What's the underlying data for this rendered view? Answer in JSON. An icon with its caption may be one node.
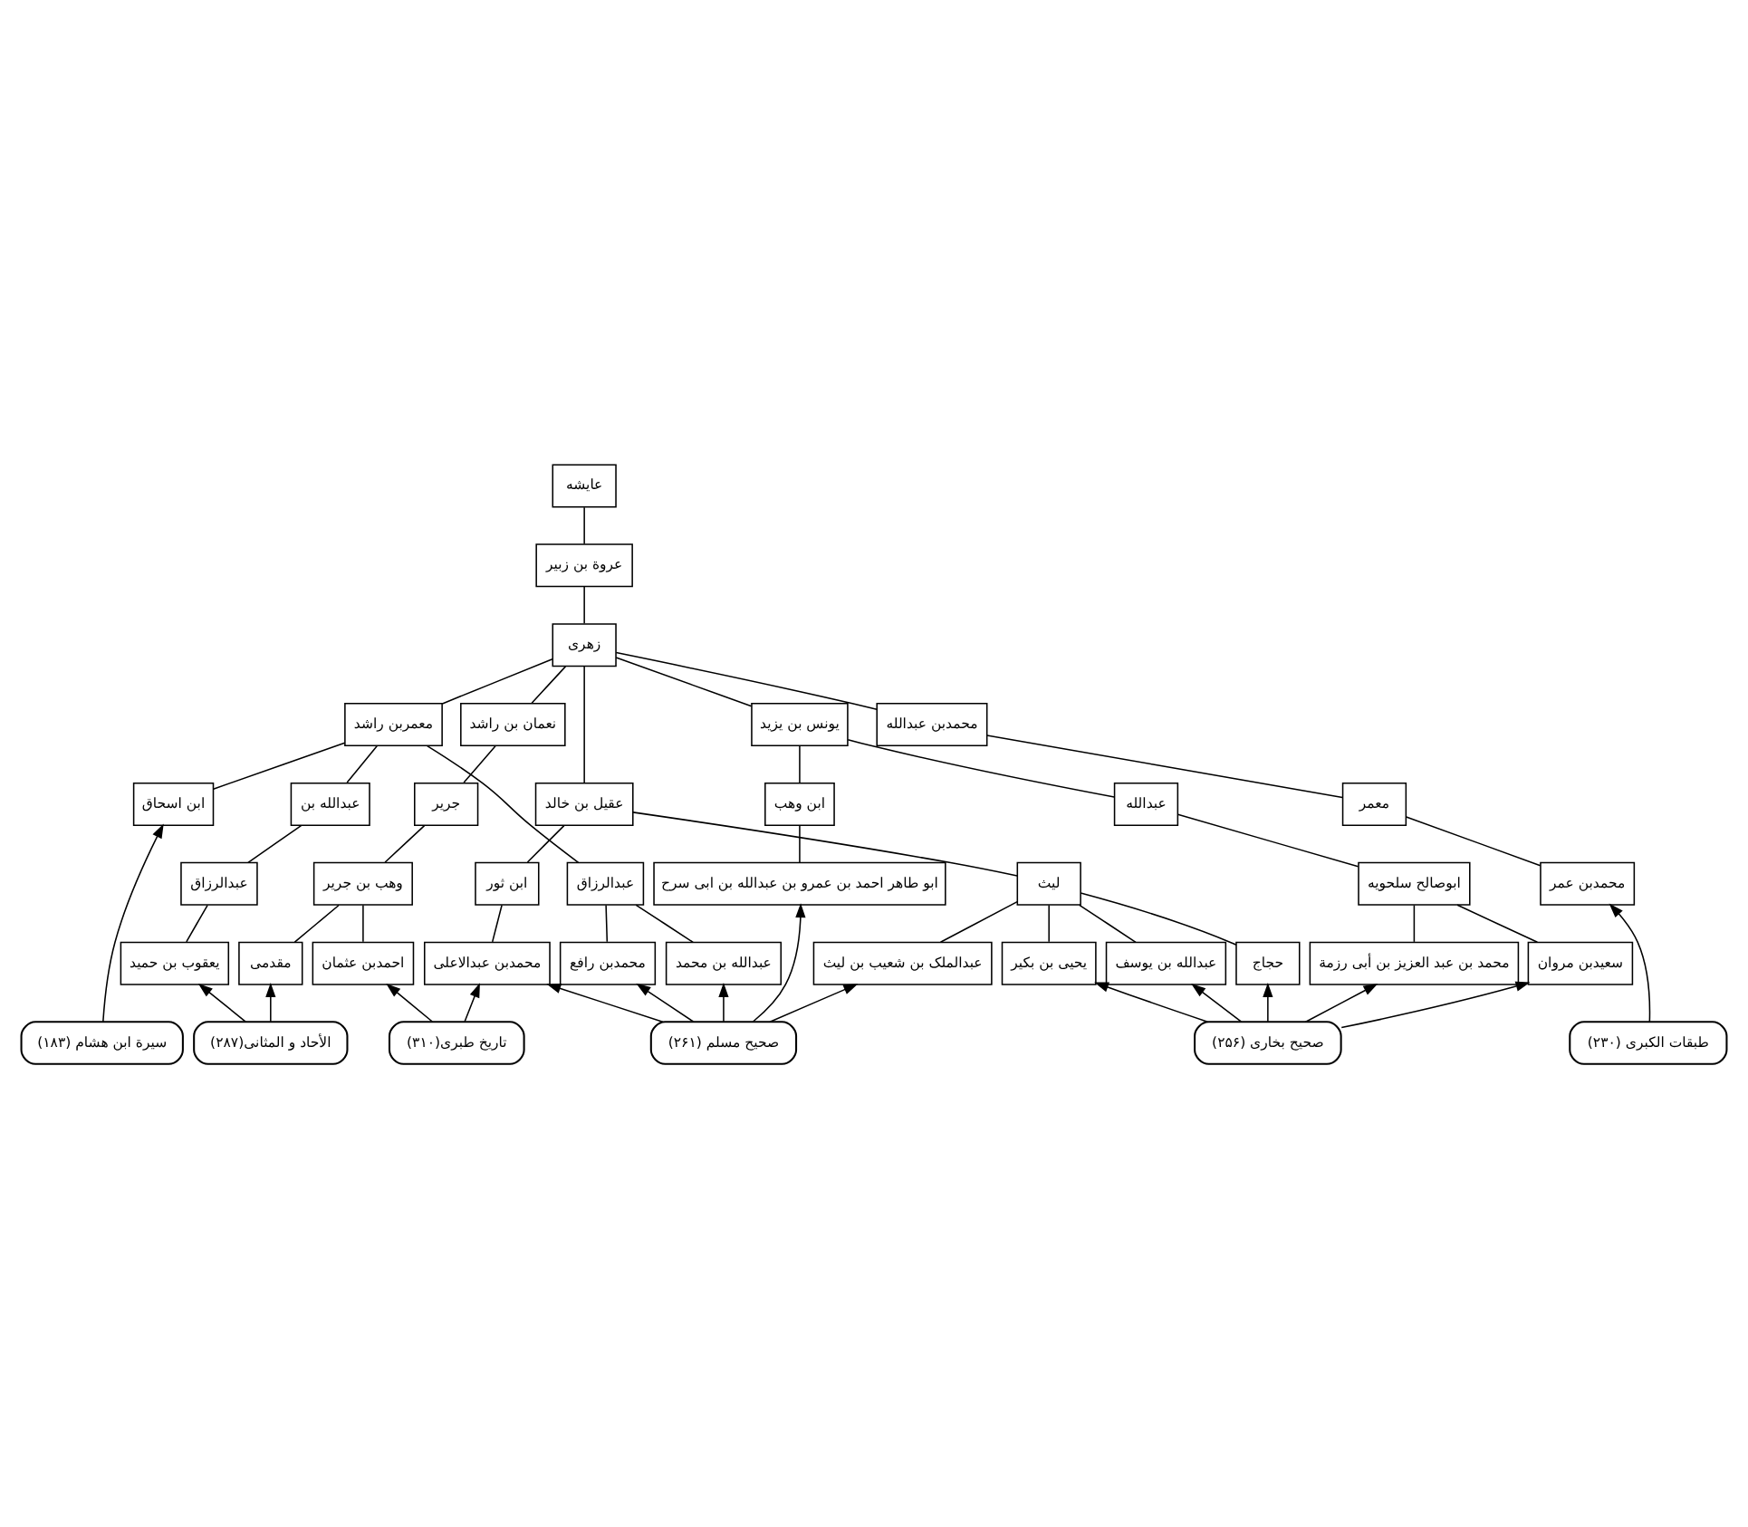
{
  "diagram": {
    "nodes": [
      {
        "text": [
          "عايشه"
        ]
      },
      {
        "text": [
          "عروة بن زبير"
        ]
      },
      {
        "text": [
          "زهری"
        ]
      },
      {
        "text": [
          "معمربن راشد"
        ]
      },
      {
        "text": [
          "عقیل بن خالد"
        ]
      },
      {
        "text": [
          "نعمان بن راشد"
        ]
      },
      {
        "text": [
          "یونس بن یزید"
        ]
      },
      {
        "text": [
          "محمدبن عبدالله"
        ]
      },
      {
        "text": [
          "ابن اسحاق"
        ]
      },
      {
        "text": [
          "عبدالله بن"
        ]
      },
      {
        "text": [
          "عبدالرزاق"
        ]
      },
      {
        "text": [
          "ابن ثور"
        ]
      },
      {
        "text": [
          "لیث"
        ]
      },
      {
        "text": [
          "جریر"
        ]
      },
      {
        "text": [
          "ابن وهب"
        ]
      },
      {
        "text": [
          "عبدالله"
        ]
      },
      {
        "text": [
          "معمر"
        ]
      },
      {
        "text": [
          "عبدالرزاق"
        ]
      },
      {
        "text": [
          "عبدالله بن محمد"
        ]
      },
      {
        "text": [
          "محمدبن رافع"
        ]
      },
      {
        "text": [
          "محمدبن عبدالاعلی"
        ]
      },
      {
        "text": [
          "یحیی بن بکیر"
        ]
      },
      {
        "text": [
          "عبدالله بن یوسف"
        ]
      },
      {
        "text": [
          "عبدالملک بن شعیب بن لیث"
        ]
      },
      {
        "text": [
          "حجاج"
        ]
      },
      {
        "text": [
          "وهب بن جریر"
        ]
      },
      {
        "text": [
          "ابو طاهر احمد بن عمرو بن عبدالله بن ابی سرح"
        ]
      },
      {
        "text": [
          "ابوصالح سلحویه"
        ]
      },
      {
        "text": [
          "محمدبن عمر"
        ]
      },
      {
        "text": [
          "یعقوب بن حمید"
        ]
      },
      {
        "text": [
          "مقدمی"
        ]
      },
      {
        "text": [
          "احمدبن عثمان"
        ]
      },
      {
        "text": [
          "سعیدبن مروان"
        ]
      },
      {
        "text": [
          "محمد بن عبد العزیز بن أبی رزمة"
        ]
      },
      {
        "text": [
          "سیرة ابن هشام (۱۸۳)"
        ]
      },
      {
        "text": [
          "صحیح مسلم (۲۶۱)"
        ]
      },
      {
        "text": [
          "الأحاد و المثانی(۲۸۷)"
        ]
      },
      {
        "text": [
          "تاریخ طبری(۳۱۰)"
        ]
      },
      {
        "text": [
          "صحیح بخاری (۲۵۶)"
        ]
      },
      {
        "text": [
          "طبقات الکبری (۲۳۰)"
        ]
      }
    ],
    "edges": [
      {
        "from": 0,
        "to": 1,
        "arrow": "none"
      },
      {
        "from": 1,
        "to": 2,
        "arrow": "none"
      },
      {
        "from": 2,
        "to": 3,
        "arrow": "none"
      },
      {
        "from": 2,
        "to": 4,
        "arrow": "none"
      },
      {
        "from": 2,
        "to": 5,
        "arrow": "none"
      },
      {
        "from": 2,
        "to": 6,
        "arrow": "none"
      },
      {
        "from": 2,
        "to": 7,
        "arrow": "none"
      },
      {
        "from": 3,
        "to": 8,
        "arrow": "none"
      },
      {
        "from": 3,
        "to": 9,
        "arrow": "none"
      },
      {
        "from": 3,
        "to": 10,
        "arrow": "none"
      },
      {
        "from": 4,
        "to": 11,
        "arrow": "none"
      },
      {
        "from": 4,
        "to": 12,
        "arrow": "none"
      },
      {
        "from": 5,
        "to": 13,
        "arrow": "none"
      },
      {
        "from": 6,
        "to": 14,
        "arrow": "none"
      },
      {
        "from": 6,
        "to": 15,
        "arrow": "none"
      },
      {
        "from": 7,
        "to": 16,
        "arrow": "none"
      },
      {
        "from": 9,
        "to": 17,
        "arrow": "none"
      },
      {
        "from": 10,
        "to": 18,
        "arrow": "none"
      },
      {
        "from": 10,
        "to": 19,
        "arrow": "none"
      },
      {
        "from": 11,
        "to": 20,
        "arrow": "none"
      },
      {
        "from": 12,
        "to": 21,
        "arrow": "none"
      },
      {
        "from": 12,
        "to": 22,
        "arrow": "none"
      },
      {
        "from": 12,
        "to": 23,
        "arrow": "none"
      },
      {
        "from": 12,
        "to": 24,
        "arrow": "none"
      },
      {
        "from": 13,
        "to": 25,
        "arrow": "none"
      },
      {
        "from": 14,
        "to": 26,
        "arrow": "none"
      },
      {
        "from": 15,
        "to": 27,
        "arrow": "none"
      },
      {
        "from": 16,
        "to": 28,
        "arrow": "none"
      },
      {
        "from": 17,
        "to": 29,
        "arrow": "none"
      },
      {
        "from": 25,
        "to": 30,
        "arrow": "none"
      },
      {
        "from": 25,
        "to": 31,
        "arrow": "none"
      },
      {
        "from": 27,
        "to": 32,
        "arrow": "none"
      },
      {
        "from": 27,
        "to": 33,
        "arrow": "none"
      },
      {
        "from": 34,
        "to": 8,
        "arrow": "to"
      },
      {
        "from": 35,
        "to": 18,
        "arrow": "to"
      },
      {
        "from": 35,
        "to": 19,
        "arrow": "to"
      },
      {
        "from": 35,
        "to": 20,
        "arrow": "to"
      },
      {
        "from": 35,
        "to": 23,
        "arrow": "to"
      },
      {
        "from": 35,
        "to": 26,
        "arrow": "to"
      },
      {
        "from": 36,
        "to": 29,
        "arrow": "to"
      },
      {
        "from": 36,
        "to": 30,
        "arrow": "to"
      },
      {
        "from": 37,
        "to": 20,
        "arrow": "to"
      },
      {
        "from": 37,
        "to": 31,
        "arrow": "to"
      },
      {
        "from": 38,
        "to": 21,
        "arrow": "to"
      },
      {
        "from": 38,
        "to": 22,
        "arrow": "to"
      },
      {
        "from": 38,
        "to": 24,
        "arrow": "to"
      },
      {
        "from": 38,
        "to": 32,
        "arrow": "to"
      },
      {
        "from": 38,
        "to": 33,
        "arrow": "to"
      },
      {
        "from": 39,
        "to": 28,
        "arrow": "to"
      }
    ]
  }
}
